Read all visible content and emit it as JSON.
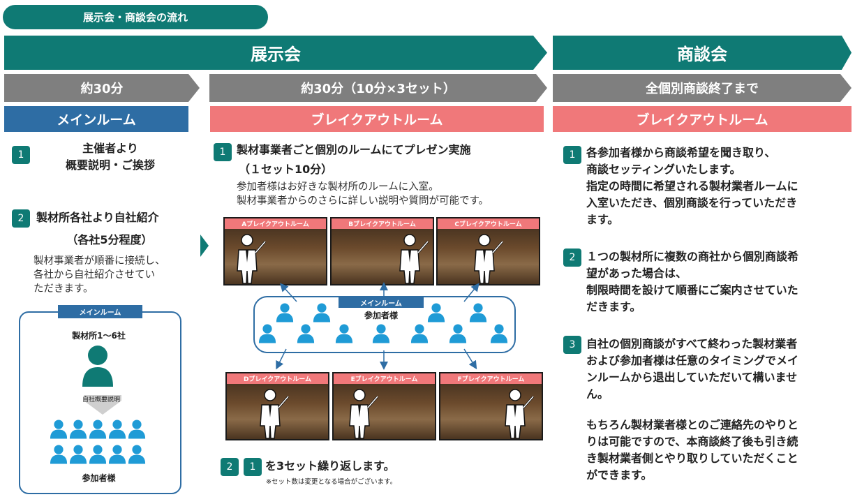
{
  "header_pill": "展示会・商談会の流れ",
  "phases": {
    "exhibition": "展示会",
    "meeting": "商談会"
  },
  "durations": {
    "d1": "約30分",
    "d2": "約30分（10分×3セット）",
    "d3": "全個別商談終了まで"
  },
  "rooms": {
    "main": "メインルーム",
    "breakout1": "ブレイクアウトルーム",
    "breakout2": "ブレイクアウトルーム"
  },
  "left_col": {
    "step1_num": "1",
    "step1_line1": "主催者より",
    "step1_line2": "概要説明・ご挨拶",
    "step2_num": "2",
    "step2_title": "製材所各社より自社紹介",
    "step2_sub": "（各社5分程度）",
    "step2_body": [
      "製材事業者が順番に接続し、",
      "各社から自社紹介させてい",
      "ただきます。"
    ],
    "diagram": {
      "tag": "メインルーム",
      "sawmills": "製材所1～6社",
      "intro": "自社概要説明",
      "participants": "参加者様"
    }
  },
  "mid_col": {
    "step1_num": "1",
    "step1_title": "製材事業者ごと個別のルームにてプレゼン実施",
    "step1_sub": "（１セット10分）",
    "step1_body": [
      "参加者様はお好きな製材所のルームに入室。",
      "製材事業者からのさらに詳しい説明や質問が可能です。"
    ],
    "photo_labels": [
      "Aブレイクアウトルーム",
      "Bブレイクアウトルーム",
      "Cブレイクアウトルーム",
      "Dブレイクアウトルーム",
      "Eブレイクアウトルーム",
      "Fブレイクアウトルーム"
    ],
    "center_tag": "メインルーム",
    "center_label": "参加者様",
    "step2_num": "2",
    "step2_ref": "1",
    "step2_text": "を3セット繰り返します。",
    "step2_note": "※セット数は変更となる場合がございます。"
  },
  "right_col": {
    "p1_num": "1",
    "p1": [
      "各参加者様から商談希望を聞き取り、",
      "商談セッティングいたします。",
      "指定の時間に希望される製材業者ルームに",
      "入室いただき、個別商談を行っていただき",
      "ます。"
    ],
    "p2_num": "2",
    "p2": [
      "１つの製材所に複数の商社から個別商談希",
      "望があった場合は、",
      "制限時間を設けて順番にご案内させていた",
      "だきます。"
    ],
    "p3_num": "3",
    "p3": [
      "自社の個別商談がすべて終わった製材業者",
      "および参加者様は任意のタイミングでメイ",
      "ンルームから退出していただいて構いませ",
      "ん。"
    ],
    "p4": [
      "もちろん製材業者様とのご連絡先のやりと",
      "りは可能ですので、本商談終了後も引き続",
      "き製材業者側とやり取りしていただくこと",
      "ができます。"
    ]
  },
  "colors": {
    "teal": "#0f7a74",
    "gray": "#7f7f7f",
    "blue": "#2e6da4",
    "pink": "#f0787a",
    "person": "#1f9bd6"
  }
}
